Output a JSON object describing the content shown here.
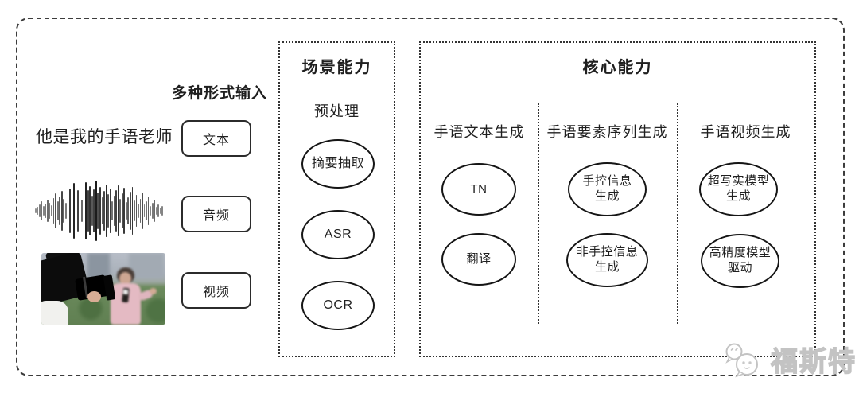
{
  "input_panel": {
    "title": "多种形式输入",
    "sample_text": "他是我的手语老师",
    "inputs": [
      {
        "label": "文本"
      },
      {
        "label": "音频"
      },
      {
        "label": "视频"
      }
    ],
    "waveform_bars": [
      3,
      5,
      8,
      12,
      6,
      9,
      14,
      10,
      7,
      16,
      22,
      12,
      18,
      25,
      15,
      10,
      20,
      28,
      24,
      35,
      18,
      26,
      30,
      14,
      22,
      36,
      26,
      31,
      19,
      27,
      38,
      23,
      30,
      17,
      25,
      33,
      21,
      28,
      12,
      19,
      26,
      32,
      15,
      22,
      29,
      11,
      17,
      24,
      30,
      13,
      20,
      9,
      15,
      23,
      8,
      12,
      18,
      6,
      10,
      14,
      5,
      8,
      4,
      6
    ]
  },
  "scene_panel": {
    "title": "场景能力",
    "subtitle": "预处理",
    "nodes": [
      "摘要抽取",
      "ASR",
      "OCR"
    ]
  },
  "core_panel": {
    "title": "核心能力",
    "columns": [
      {
        "header": "手语文本生成",
        "nodes": [
          "TN",
          "翻译"
        ]
      },
      {
        "header": "手语要素序列生成",
        "nodes": [
          "手控信息\n生成",
          "非手控信息\n生成"
        ]
      },
      {
        "header": "手语视频生成",
        "nodes": [
          "超写实模型\n生成",
          "高精度模型\n驱动"
        ]
      }
    ]
  },
  "watermark": {
    "name": "福斯特",
    "icon": "wechat-icon"
  },
  "colors": {
    "border": "#3c3c3c",
    "node_border": "#151515",
    "watermark": "#c3c3c3"
  }
}
